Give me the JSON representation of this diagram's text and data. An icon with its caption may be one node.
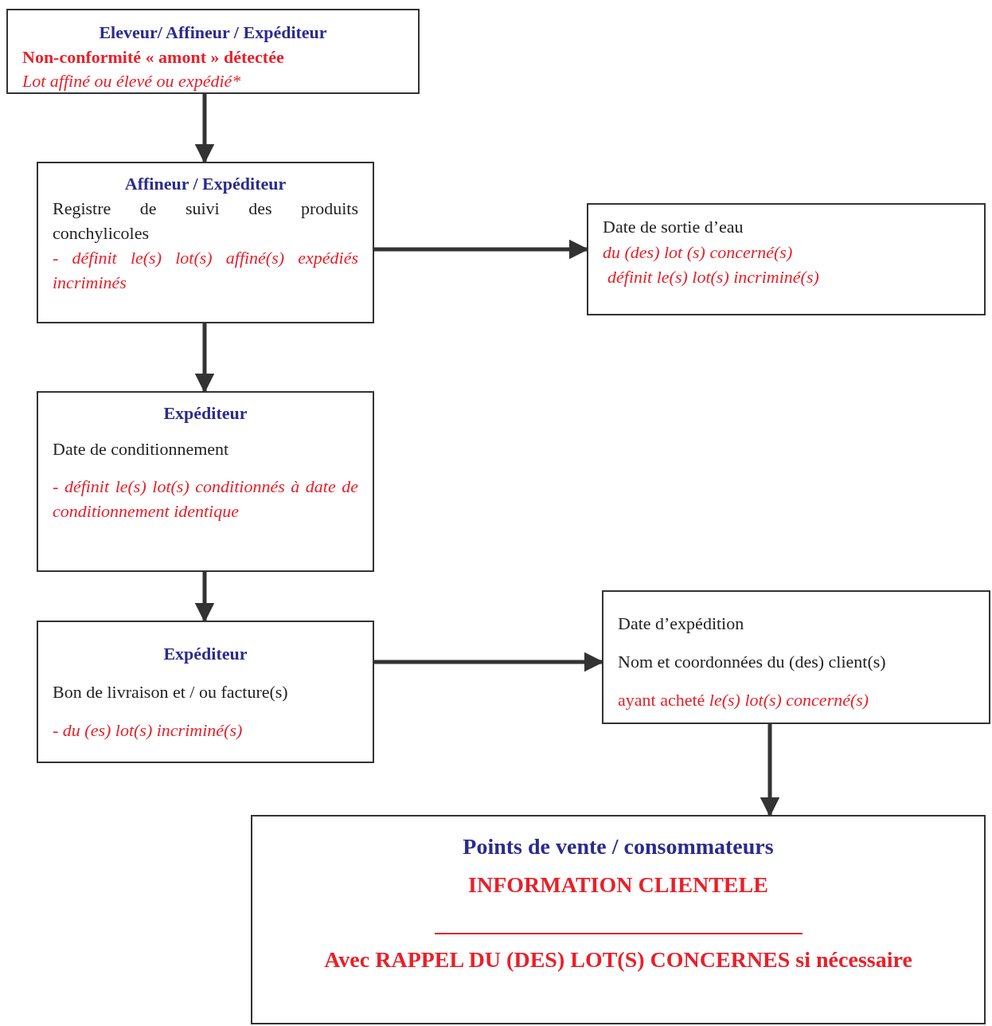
{
  "diagram": {
    "nodes": [
      {
        "text": [
          "Eleveur/ Affineur / Expéditeur",
          "Non-conformité « amont » détectée",
          "Lot affiné ou élevé ou expédié*"
        ]
      },
      {
        "text": [
          "Affineur / Expéditeur",
          "Registre de suivi des produits conchylicoles",
          "- définit le(s) lot(s) affiné(s) expédiés incriminés"
        ]
      },
      {
        "text": [
          "Date de sortie d’eau",
          "du (des) lot (s)  concerné(s)",
          "définit le(s) lot(s) incriminé(s)"
        ]
      },
      {
        "text": [
          "Expéditeur",
          "Date de conditionnement",
          "- définit le(s) lot(s) conditionnés à date de conditionnement identique"
        ]
      },
      {
        "text": [
          "Expéditeur",
          "Bon de livraison et / ou facture(s)",
          "- du (es) lot(s) incriminé(s)"
        ]
      },
      {
        "text": [
          "Date d’expédition",
          "Nom et coordonnées du (des) client(s)",
          "ayant acheté *le(s) lot(s) concerné(s)*"
        ]
      },
      {
        "text": [
          "Points de vente / consommateurs",
          "INFORMATION CLIENTELE",
          "Avec RAPPEL DU (DES) LOT(S) CONCERNES si nécessaire"
        ]
      }
    ],
    "edges": [
      {
        "from": 0,
        "to": 1,
        "arrow": "to"
      },
      {
        "from": 1,
        "to": 2,
        "arrow": "to"
      },
      {
        "from": 1,
        "to": 3,
        "arrow": "to"
      },
      {
        "from": 3,
        "to": 4,
        "arrow": "to"
      },
      {
        "from": 4,
        "to": 5,
        "arrow": "to"
      },
      {
        "from": 5,
        "to": 6,
        "arrow": "to"
      }
    ]
  }
}
